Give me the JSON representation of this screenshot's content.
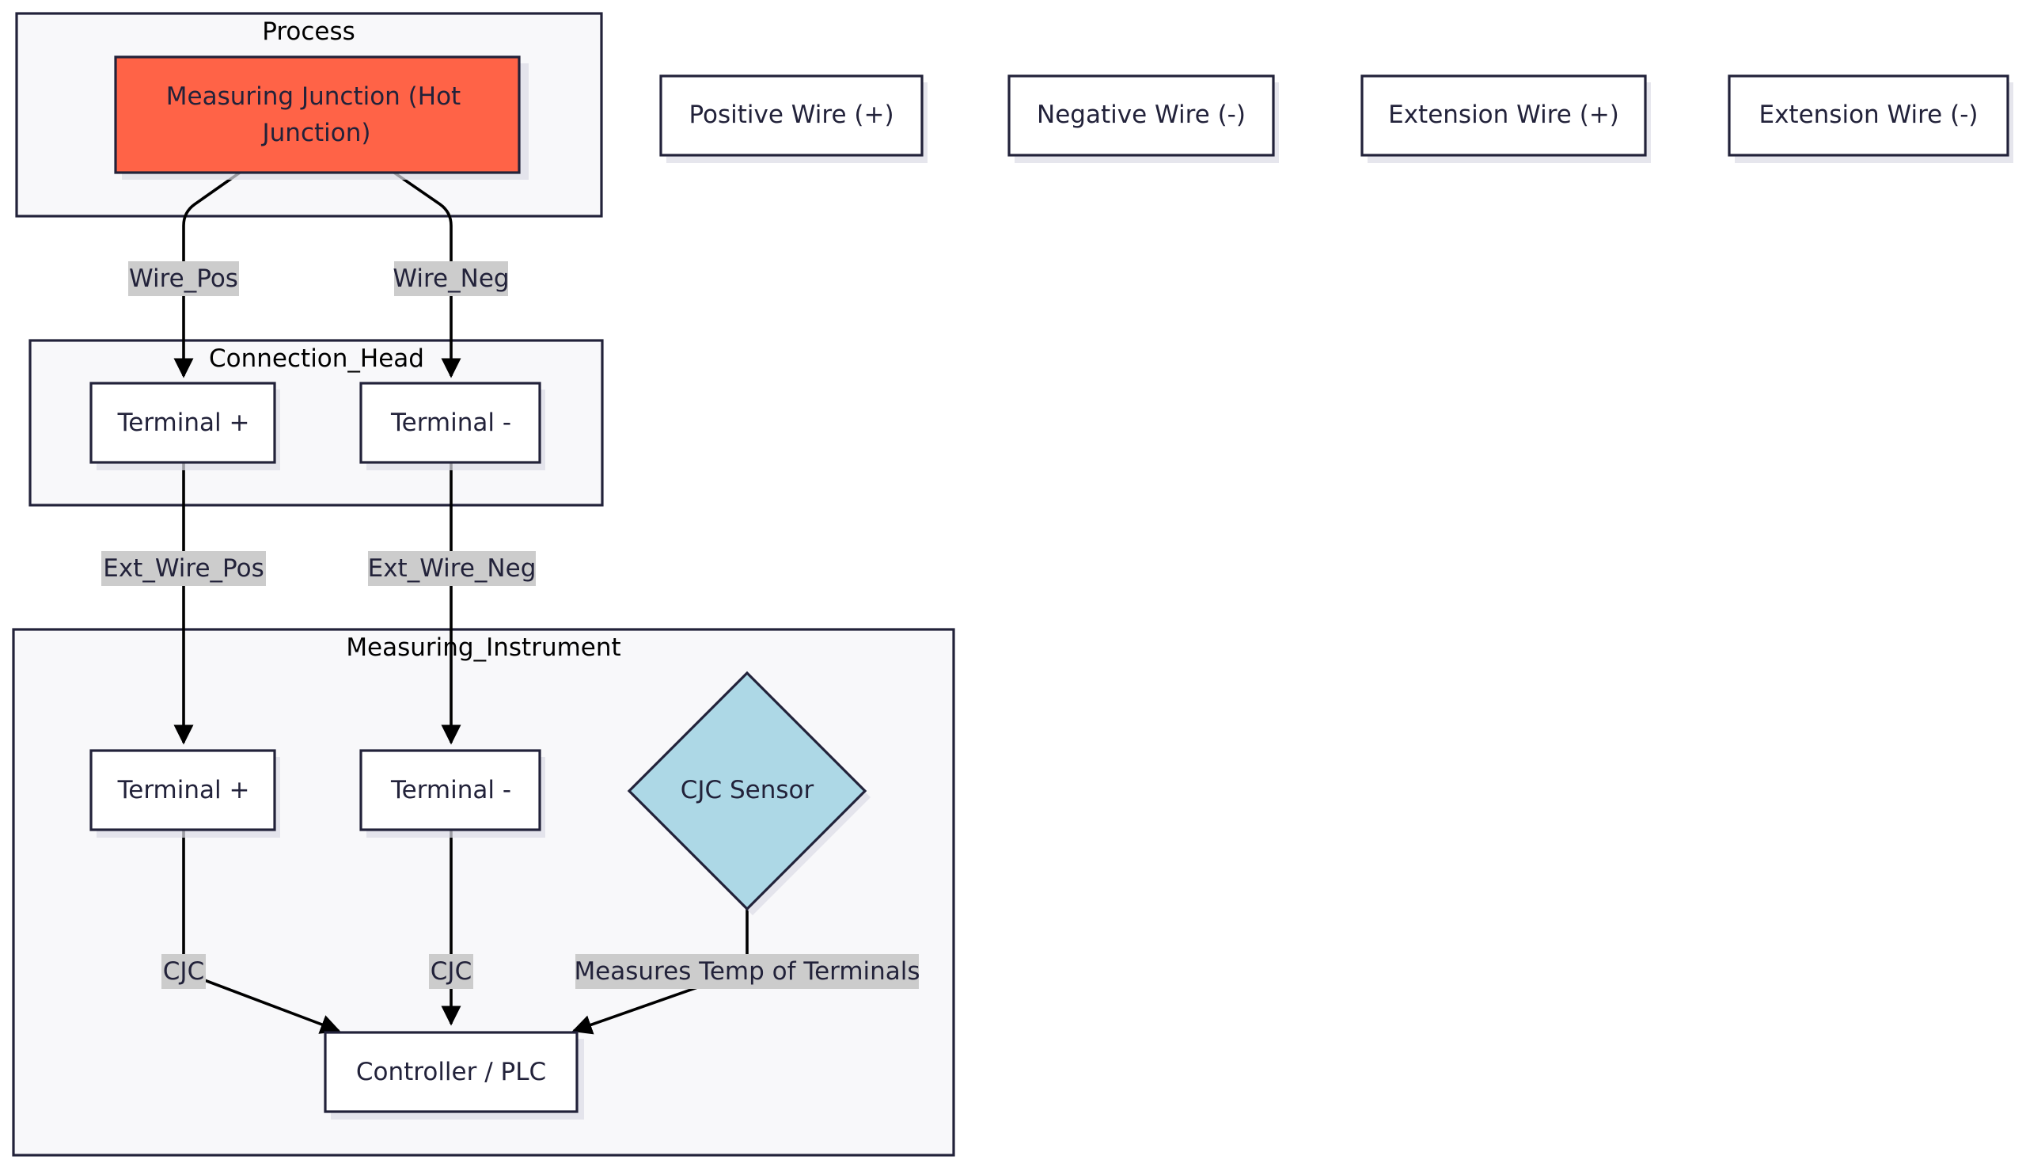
{
  "colors": {
    "hot_junction_fill": "#ff6347",
    "cjc_sensor_fill": "#add8e6",
    "cluster_fill": "#f8f8fa",
    "stroke": "#22223a",
    "edge_label_bg": "#cccccc"
  },
  "clusters": {
    "process": "Process",
    "connection_head": "Connection_Head",
    "measuring_instrument": "Measuring_Instrument"
  },
  "nodes": {
    "hot_junction": [
      "Measuring Junction (Hot",
      "Junction)"
    ],
    "positive_wire": "Positive Wire (+)",
    "negative_wire": "Negative Wire (-)",
    "extension_wire_pos": "Extension Wire (+)",
    "extension_wire_neg": "Extension Wire (-)",
    "head_terminal_pos": "Terminal +",
    "head_terminal_neg": "Terminal -",
    "instr_terminal_pos": "Terminal +",
    "instr_terminal_neg": "Terminal -",
    "cjc_sensor": "CJC Sensor",
    "controller": "Controller / PLC"
  },
  "edges": {
    "wire_pos": "Wire_Pos",
    "wire_neg": "Wire_Neg",
    "ext_wire_pos": "Ext_Wire_Pos",
    "ext_wire_neg": "Ext_Wire_Neg",
    "cjc_pos": "CJC",
    "cjc_neg": "CJC",
    "measures_temp": "Measures Temp of Terminals"
  }
}
